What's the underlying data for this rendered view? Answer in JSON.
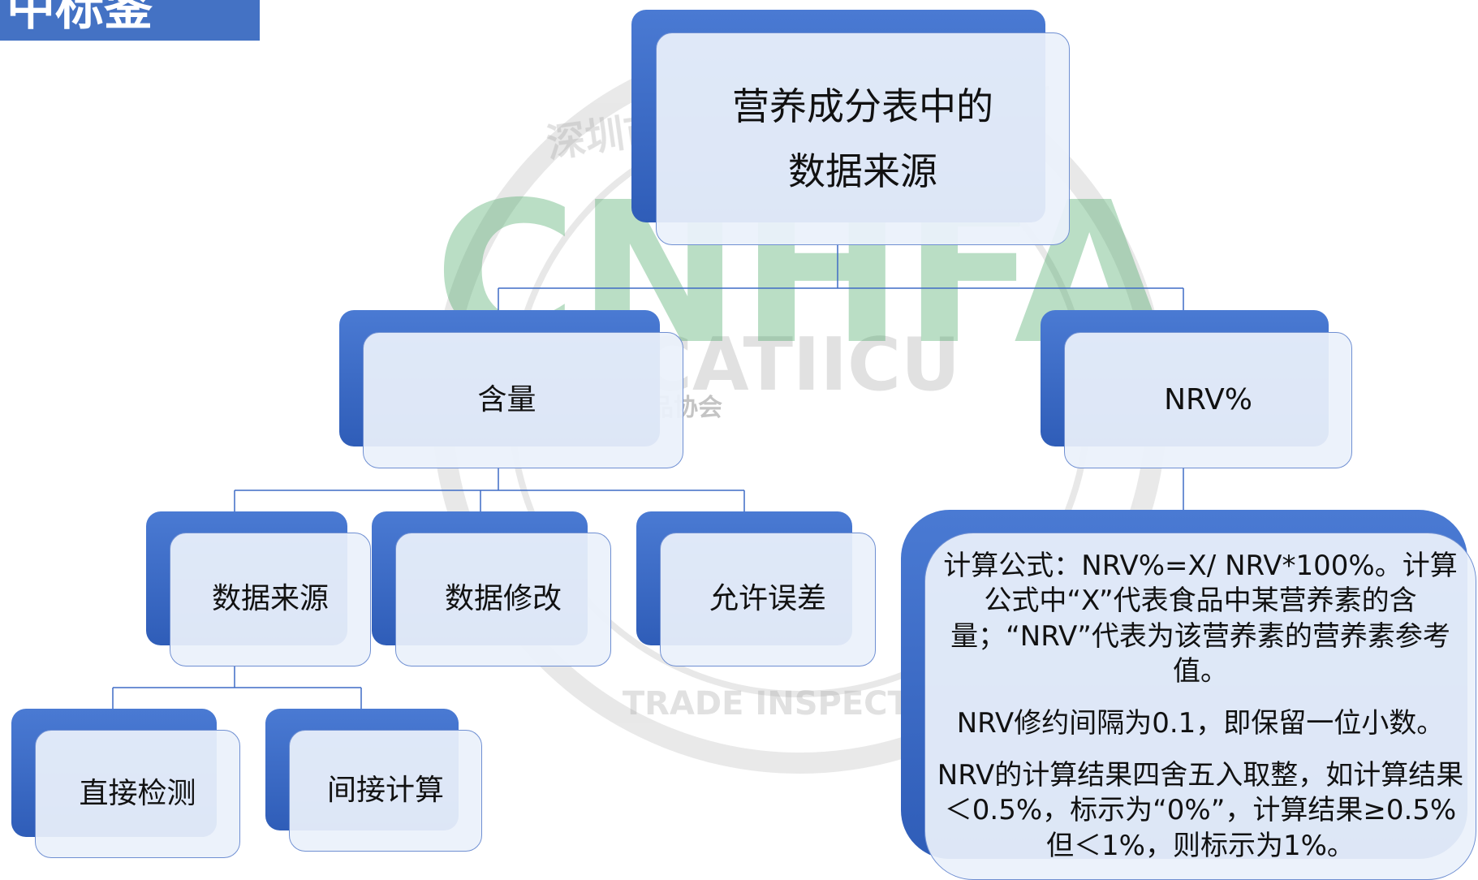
{
  "slide": {
    "title_tab": "中标鉴"
  },
  "watermark": {
    "logo_text": "CNHFA",
    "org_name": "中国营养保健食品协会",
    "seal_top": "深圳市跨境电子商务协会联盟",
    "seal_emblem": "CATIICU",
    "seal_bottom": "TRADE INSPECTION"
  },
  "diagram": {
    "root": {
      "line1": "营养成分表中的",
      "line2": "数据来源"
    },
    "content": "含量",
    "nrv": "NRV%",
    "content_children": [
      "数据来源",
      "数据修改",
      "允许误差"
    ],
    "source_children": [
      "直接检测",
      "间接计算"
    ],
    "nrv_detail": {
      "formula": "计算公式：NRV%=X/ NRV*100%。计算公式中“X”代表食品中某营养素的含量；“NRV”代表为该营养素的营养素参考值。",
      "rounding": "NRV修约间隔为0.1，即保留一位小数。",
      "rule": "NRV的计算结果四舍五入取整，如计算结果＜0.5%，标示为“0%”，计算结果≥0.5%但＜1%，则标示为1%。"
    }
  },
  "colors": {
    "accent": "#4472c4",
    "node_front": "#ebf1fb",
    "connector": "#3f6cc5"
  }
}
